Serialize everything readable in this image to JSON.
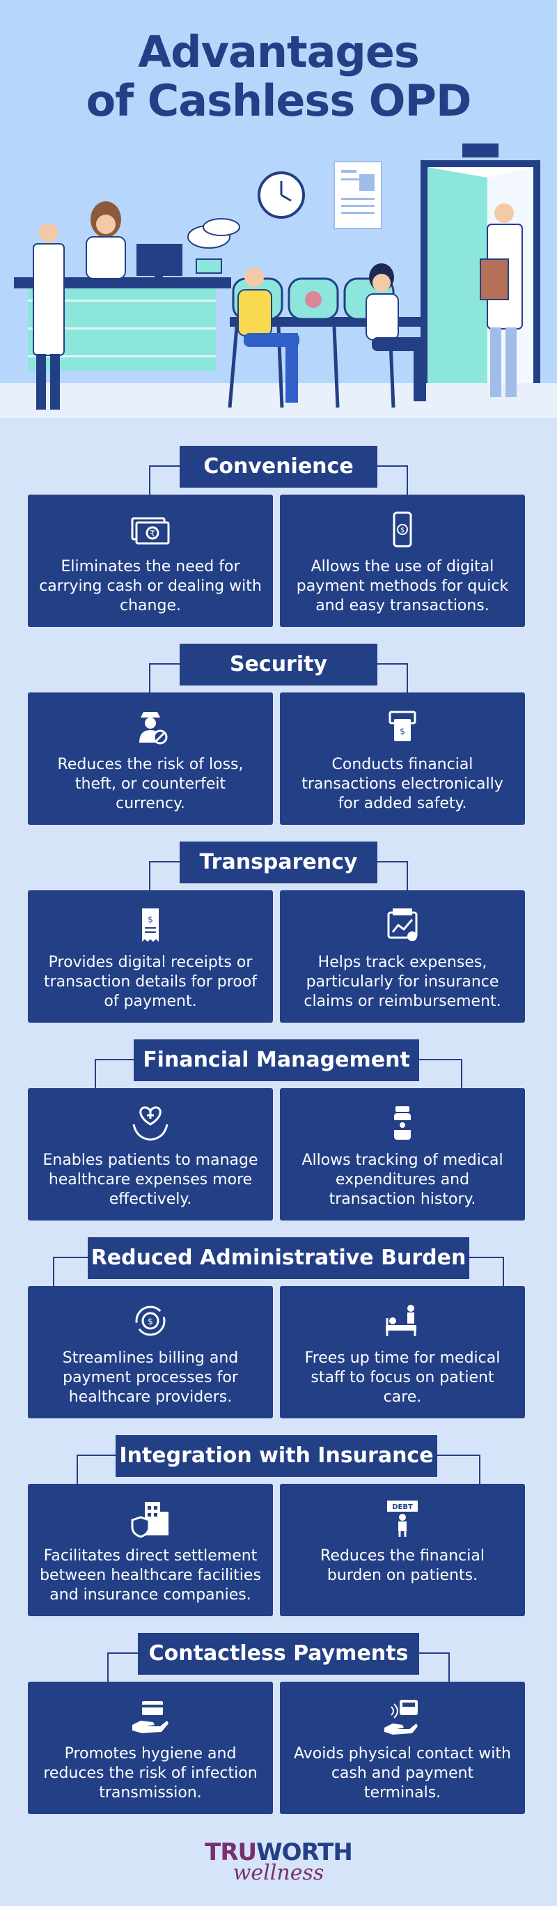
{
  "header": {
    "title_line1": "Advantages",
    "title_line2": "of Cashless OPD"
  },
  "colors": {
    "navy": "#233f86",
    "background": "#d6e4fa",
    "hero_sky": "#b7d6fb",
    "mint": "#8de6dc",
    "brand_purple": "#7a2f6e"
  },
  "sections": [
    {
      "title": "Convenience",
      "cards": [
        {
          "icon": "cash-notes-icon",
          "text": "Eliminates the need for carrying cash or dealing with change."
        },
        {
          "icon": "mobile-payment-icon",
          "text": "Allows the use of digital payment methods for quick and easy transactions."
        }
      ]
    },
    {
      "title": "Security",
      "cards": [
        {
          "icon": "thief-blocked-icon",
          "text": "Reduces the risk of loss, theft, or counterfeit currency."
        },
        {
          "icon": "atm-card-icon",
          "text": "Conducts financial transactions electronically for added safety."
        }
      ]
    },
    {
      "title": "Transparency",
      "cards": [
        {
          "icon": "receipt-icon",
          "text": "Provides digital receipts or transaction details for proof of payment."
        },
        {
          "icon": "expense-tracking-icon",
          "text": "Helps track expenses, particularly for insurance claims or reimbursement."
        }
      ]
    },
    {
      "title": "Financial Management",
      "cards": [
        {
          "icon": "healthcare-hand-icon",
          "text": "Enables patients to manage healthcare expenses more effectively."
        },
        {
          "icon": "medicine-bottle-icon",
          "text": "Allows tracking of medical expenditures and transaction history."
        }
      ]
    },
    {
      "title": "Reduced Administrative Burden",
      "cards": [
        {
          "icon": "billing-cycle-icon",
          "text": "Streamlines billing and payment processes for healthcare providers."
        },
        {
          "icon": "patient-bed-icon",
          "text": "Frees up time for medical staff to focus on patient care."
        }
      ]
    },
    {
      "title": "Integration with Insurance",
      "cards": [
        {
          "icon": "insured-building-icon",
          "text": "Facilitates direct settlement between healthcare facilities and insurance companies."
        },
        {
          "icon": "debt-sign-icon",
          "text": "Reduces the financial burden on patients."
        }
      ]
    },
    {
      "title": "Contactless Payments",
      "cards": [
        {
          "icon": "hand-card-icon",
          "text": "Promotes hygiene and reduces the risk of infection transmission."
        },
        {
          "icon": "contactless-terminal-icon",
          "text": "Avoids physical contact with cash and payment terminals."
        }
      ]
    }
  ],
  "footer": {
    "logo_part1": "TRU",
    "logo_part2": "WORTH",
    "logo_part3": "wellness"
  }
}
